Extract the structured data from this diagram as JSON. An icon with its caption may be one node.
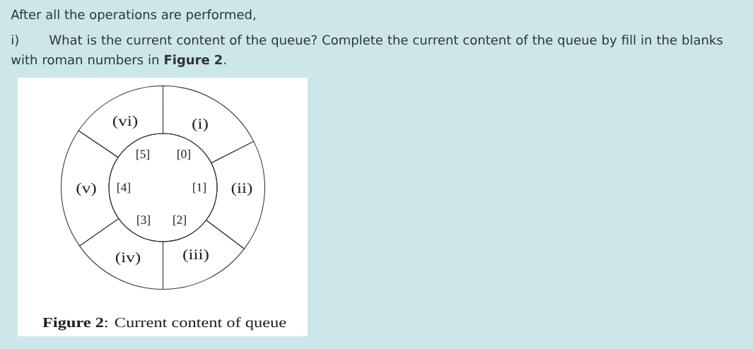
{
  "diagram": {
    "caption": "**Figure 2**: Current content of queue",
    "nodes": [
      {
        "text": [
          "(vi)"
        ]
      },
      {
        "text": [
          "(i)"
        ]
      },
      {
        "text": [
          "(v)"
        ]
      },
      {
        "text": [
          "(ii)"
        ]
      },
      {
        "text": [
          "(iv)"
        ]
      },
      {
        "text": [
          "(iii)"
        ]
      },
      {
        "text": [
          "[5]",
          "[0]",
          "[4]",
          "[1]",
          "[3]",
          "[2]"
        ]
      }
    ],
    "labels": [
      "After all the operations are performed,",
      "i) What is the current content of the queue? Complete the current content of the queue by fill in the blanks with roman numbers in **Figure 2**."
    ]
  }
}
